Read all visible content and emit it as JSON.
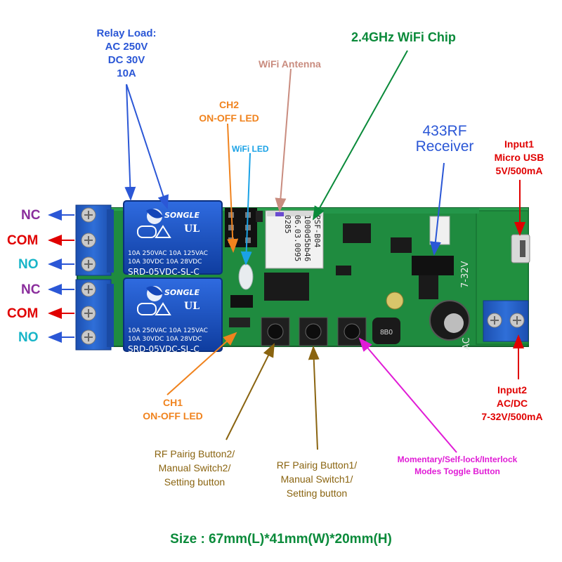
{
  "colors": {
    "blue": "#2b57d6",
    "red": "#e00000",
    "green": "#0a8a3a",
    "orange": "#f0831e",
    "rose": "#c98c7f",
    "sky": "#1aa2e6",
    "nc": "#8a2d9c",
    "no": "#18b5c8",
    "brown": "#8a6410",
    "magenta": "#e01cd6",
    "pcb": "#1e8a3e",
    "relay": "#1546b8",
    "terminal": "#2560c2"
  },
  "labels": {
    "relay_load": [
      "Relay Load:",
      "AC 250V",
      "DC 30V",
      "10A"
    ],
    "wifi_chip": "2.4GHz WiFi Chip",
    "wifi_antenna": "WiFi Antenna",
    "ch2_led": [
      "CH2",
      "ON-OFF LED"
    ],
    "wifi_led": "WiFi LED",
    "rf_receiver": [
      "433RF",
      "Receiver"
    ],
    "input1": [
      "Input1",
      "Micro USB",
      "5V/500mA"
    ],
    "input2": [
      "Input2",
      "AC/DC",
      "7-32V/500mA"
    ],
    "ch1_led": [
      "CH1",
      "ON-OFF LED"
    ],
    "button2": [
      "RF Pairig Button2/",
      "Manual Switch2/",
      "Setting button"
    ],
    "button1": [
      "RF Pairig Button1/",
      "Manual Switch1/",
      "Setting button"
    ],
    "toggle": [
      "Momentary/Self-lock/Interlock",
      "Modes Toggle Button"
    ],
    "size": "Size : 67mm(L)*41mm(W)*20mm(H)"
  },
  "terminals": {
    "group1": [
      "NC",
      "COM",
      "NO"
    ],
    "group2": [
      "NC",
      "COM",
      "NO"
    ]
  },
  "relays": [
    {
      "brand": "SONGLE",
      "specs": [
        "10A 250VAC  10A 125VAC",
        "10A  30VDC  10A  28VDC"
      ],
      "model": "SRD-05VDC-SL-C"
    },
    {
      "brand": "SONGLE",
      "specs": [
        "10A 250VAC  10A 125VAC",
        "10A  30VDC  10A  28VDC"
      ],
      "model": "SRD-05VDC-SL-C"
    }
  ],
  "pcb_text": {
    "module": [
      "PSF-B04",
      "1000d5bb46",
      "06.03.0095",
      "0285"
    ],
    "inductor": "8B0",
    "voltage": "7-32V",
    "ac": "AC"
  }
}
